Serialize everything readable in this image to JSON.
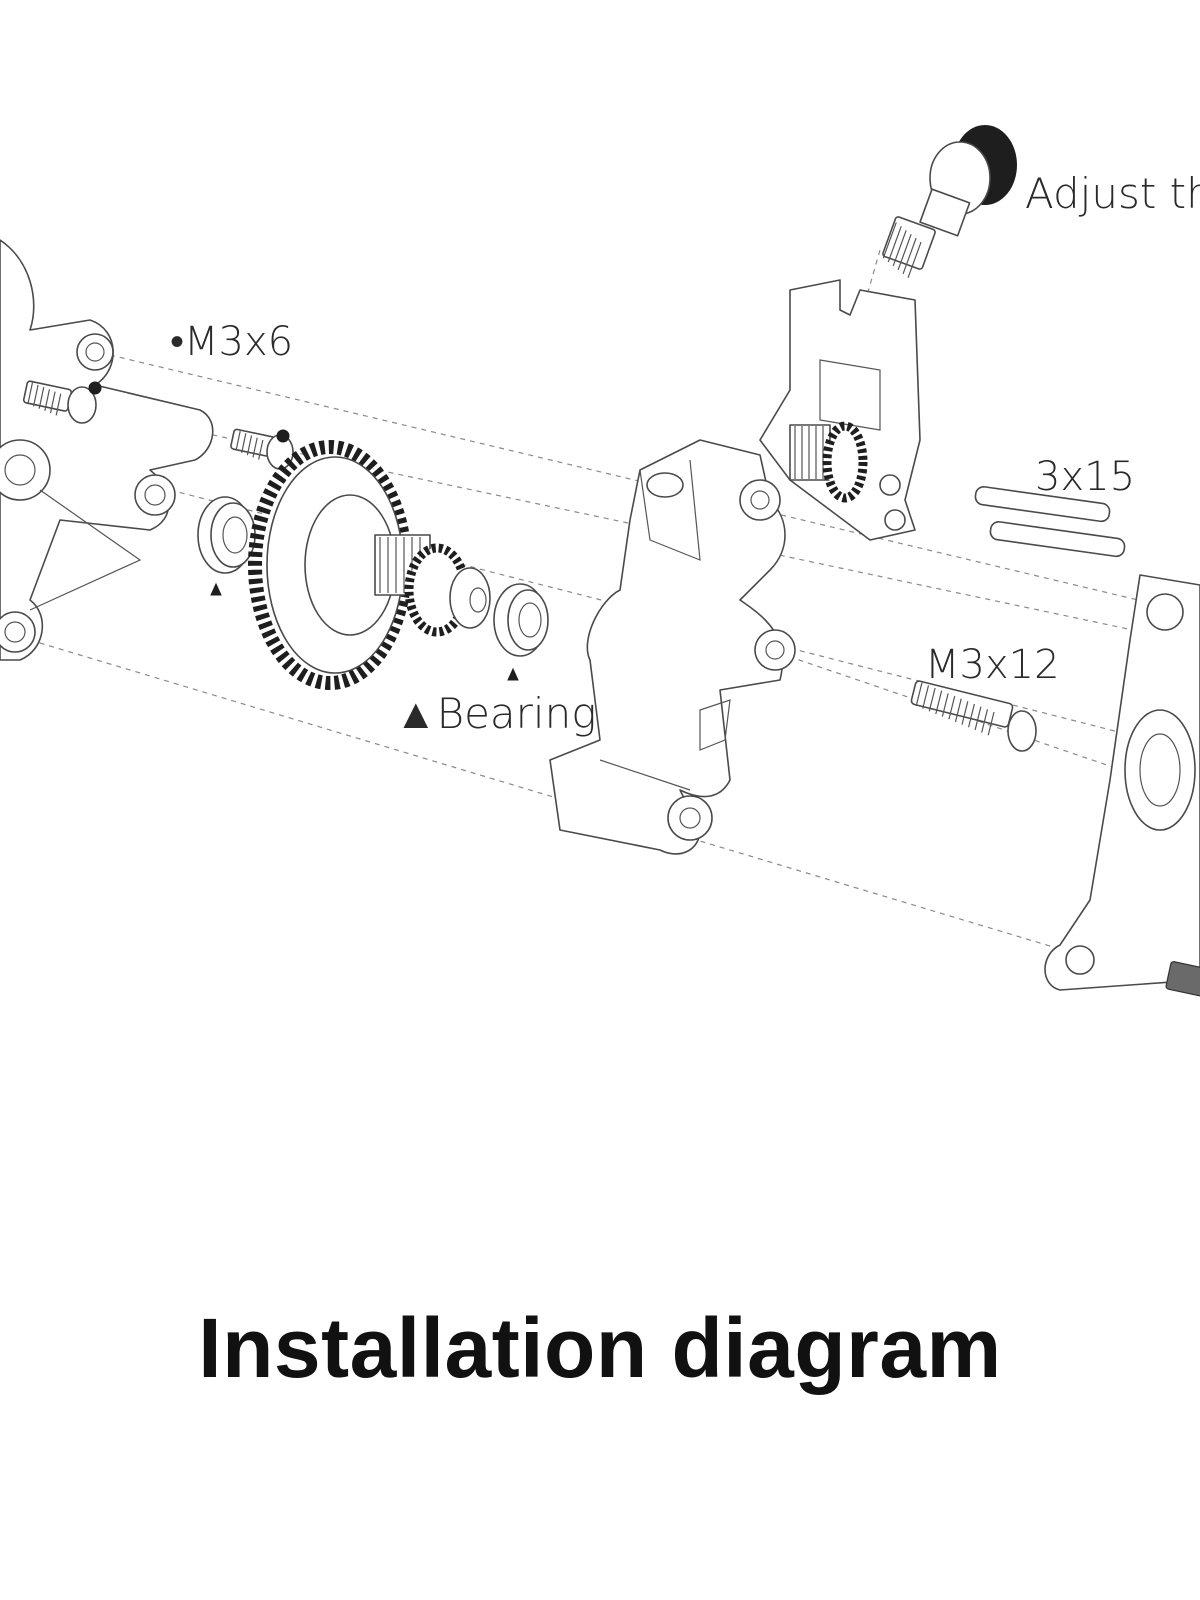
{
  "labels": {
    "adjust": "Adjust the",
    "m3x6": "•M3x6",
    "bearing": "▲Bearing",
    "pin": "3x15",
    "m3x12": "M3x12"
  },
  "title": "Installation diagram",
  "colors": {
    "line": "#4a4a4a",
    "gear": "#1e1e1e",
    "text": "#111111"
  }
}
